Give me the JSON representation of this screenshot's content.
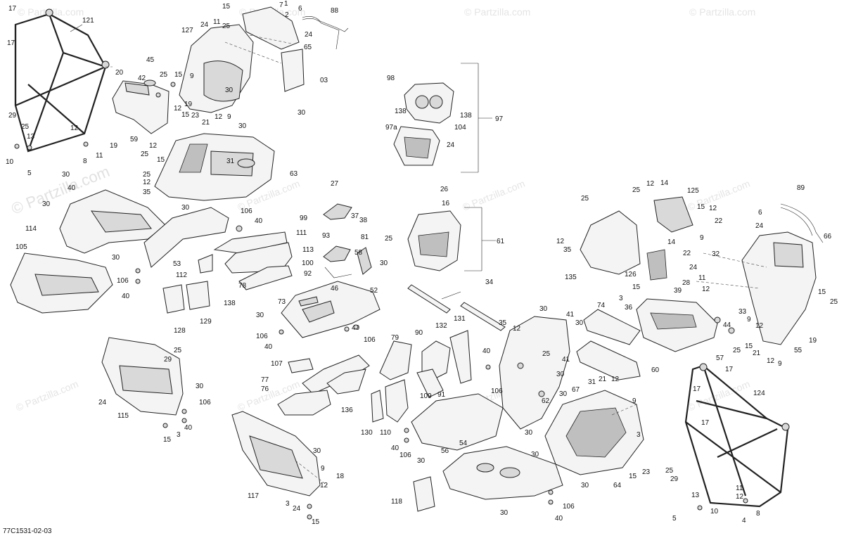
{
  "watermark": {
    "main": "© Partzilla.com",
    "repeat": "© Partzilla.com"
  },
  "diagram_code": "77C1531-02-03",
  "callouts": {
    "c121": "121",
    "c17a": "17",
    "c17b": "17",
    "c29a": "29",
    "c25a": "25",
    "c12a": "12",
    "c13a": "13",
    "c10a": "10",
    "c8a": "8",
    "c11a": "11",
    "c19a": "19",
    "c5a": "5",
    "c15a": "15",
    "c25b": "25",
    "c1": "1",
    "c7": "7",
    "c2": "2",
    "c6a": "6",
    "c88": "88",
    "c24a": "24",
    "c11b": "11",
    "c127": "127",
    "c24b": "24",
    "c65": "65",
    "c45": "45",
    "c20": "20",
    "c42": "42",
    "c25c": "25",
    "c15b": "15",
    "c9a": "9",
    "c30a": "30",
    "c03": "03",
    "c12b": "12",
    "c19b": "19",
    "c30b": "30",
    "c59": "59",
    "c15c": "15",
    "c23a": "23",
    "c12c": "12",
    "c9b": "9",
    "c21a": "21",
    "c30c": "30",
    "c12d": "12",
    "c25d": "25",
    "c15d": "15",
    "c31a": "31",
    "c63": "63",
    "c25e": "25",
    "c12e": "12",
    "c35a": "35",
    "c98": "98",
    "c138a": "138",
    "c138b": "138",
    "c104": "104",
    "c97a": "97a",
    "c24c": "24",
    "c97": "97",
    "c30d": "30",
    "c40a": "40",
    "c30e": "30",
    "c114": "114",
    "c30f": "30",
    "c106a": "106",
    "c40b": "40",
    "c105": "105",
    "c30g": "30",
    "c53": "53",
    "c106b": "106",
    "c40c": "40",
    "c27": "27",
    "c99": "99",
    "c37": "37",
    "c38": "38",
    "c93": "93",
    "c25f": "25",
    "c111": "111",
    "c113": "113",
    "c112": "112",
    "c81": "81",
    "c58": "58",
    "c100": "100",
    "c30h": "30",
    "c92": "92",
    "c46": "46",
    "c52": "52",
    "c78": "78",
    "c73": "73",
    "c138c": "138",
    "c128": "128",
    "c129": "129",
    "c30i": "30",
    "c106c": "106",
    "c40d": "40",
    "c40e": "40",
    "c106d": "106",
    "c26": "26",
    "c16": "16",
    "c61": "61",
    "c34": "34",
    "c89": "89",
    "c25g": "25",
    "c14a": "14",
    "c125": "125",
    "c15e": "15",
    "c12f": "12",
    "c22a": "22",
    "c24d": "24",
    "c6b": "6",
    "c66": "66",
    "c25h": "25",
    "c12g": "12",
    "c9c": "9",
    "c12h": "12",
    "c35b": "35",
    "c135": "135",
    "c14b": "14",
    "c22b": "22",
    "c126": "126",
    "c24e": "24",
    "c28": "28",
    "c32": "32",
    "c11c": "11",
    "c15f": "15",
    "c12i": "12",
    "c15g": "15",
    "c25i": "25",
    "c3a": "3",
    "c36": "36",
    "c39": "39",
    "c33": "33",
    "c44": "44",
    "c9d": "9",
    "c12j": "12",
    "c25j": "25",
    "c15h": "15",
    "c21b": "21",
    "c57": "57",
    "c55": "55",
    "c19c": "19",
    "c12k": "12",
    "c9e": "9",
    "c30j": "30",
    "c41a": "41",
    "c30k": "30",
    "c74": "74",
    "c35c": "35",
    "c12l": "12",
    "c40f": "40",
    "c25k": "25",
    "c30l": "30",
    "c41b": "41",
    "c30m": "30",
    "c60": "60",
    "c67": "67",
    "c131": "131",
    "c132": "132",
    "c90": "90",
    "c79": "79",
    "c107": "107",
    "c77": "77",
    "c76": "76",
    "c136": "136",
    "c91": "91",
    "c109": "109",
    "c130": "130",
    "c110": "110",
    "c106e": "106",
    "c62": "62",
    "c31b": "31",
    "c21c": "21",
    "c12m": "12",
    "c9f": "9",
    "c3b": "3",
    "c30n": "30",
    "c40g": "40",
    "c106f": "106",
    "c30o": "30",
    "c54": "54",
    "c56": "56",
    "c30p": "30",
    "c30q": "30",
    "c64": "64",
    "c15i": "15",
    "c23b": "23",
    "c118": "118",
    "c106g": "106",
    "c30r": "30",
    "c40h": "40",
    "c25l": "25",
    "c29b": "29",
    "c24f": "24",
    "c30s": "30",
    "c106h": "106",
    "c115": "115",
    "c40i": "40",
    "c3c": "3",
    "c15j": "15",
    "c30t": "30",
    "c9g": "9",
    "c18": "18",
    "c12n": "12",
    "c117": "117",
    "c3d": "3",
    "c24g": "24",
    "c15k": "15",
    "c17c": "17",
    "c17d": "17",
    "c17e": "17",
    "c124": "124",
    "c25m": "25",
    "c29c": "29",
    "c13b": "13",
    "c10b": "10",
    "c11d": "11",
    "c12o": "12",
    "c5b": "5",
    "c4": "4",
    "c8b": "8"
  }
}
